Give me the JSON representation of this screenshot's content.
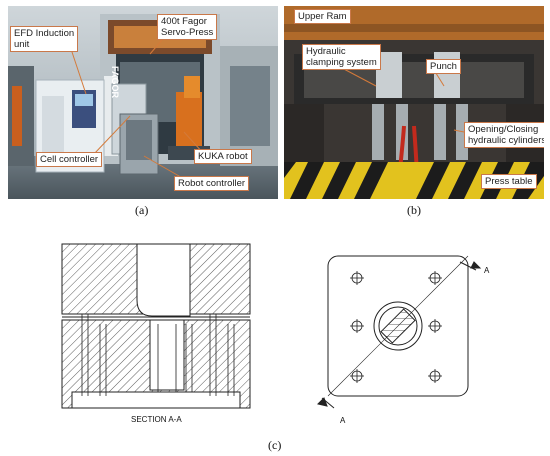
{
  "figure": {
    "panel_a": {
      "caption": "(a)",
      "labels": {
        "press": "400t Fagor\nServo-Press",
        "efd": "EFD Induction\nunit",
        "cell": "Cell controller",
        "kuka": "KUKA robot",
        "robot_ctrl": "Robot controller",
        "brand": "FAGOR"
      }
    },
    "panel_b": {
      "caption": "(b)",
      "labels": {
        "upper_ram": "Upper Ram",
        "clamping": "Hydraulic\nclamping system",
        "punch": "Punch",
        "cylinders": "Opening/Closing\nhydraulic cylinders",
        "press_table": "Press table"
      }
    },
    "panel_c": {
      "caption": "(c)",
      "section_label": "SECTION A-A",
      "cut_marker_top": "A",
      "cut_marker_bottom": "A"
    }
  }
}
